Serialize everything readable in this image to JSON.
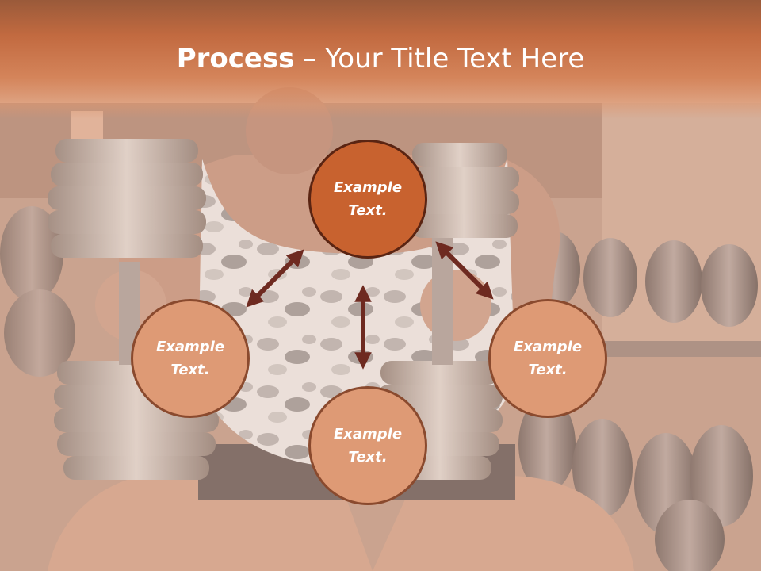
{
  "slide": {
    "title_bold": "Process",
    "title_rest": " – Your Title Text Here"
  },
  "nodes": {
    "top": {
      "line1": "Example",
      "line2": "Text."
    },
    "left": {
      "line1": "Example",
      "line2": "Text."
    },
    "right": {
      "line1": "Example",
      "line2": "Text."
    },
    "bottom": {
      "line1": "Example",
      "line2": "Text."
    }
  },
  "colors": {
    "banner": "#c26a40",
    "node_primary": "#c8622f",
    "node_secondary": "#de9a75",
    "arrow": "#6e2a20",
    "title_text": "#ffffff"
  },
  "background_image": "bodybuilder-holding-dumbbells-in-gym"
}
